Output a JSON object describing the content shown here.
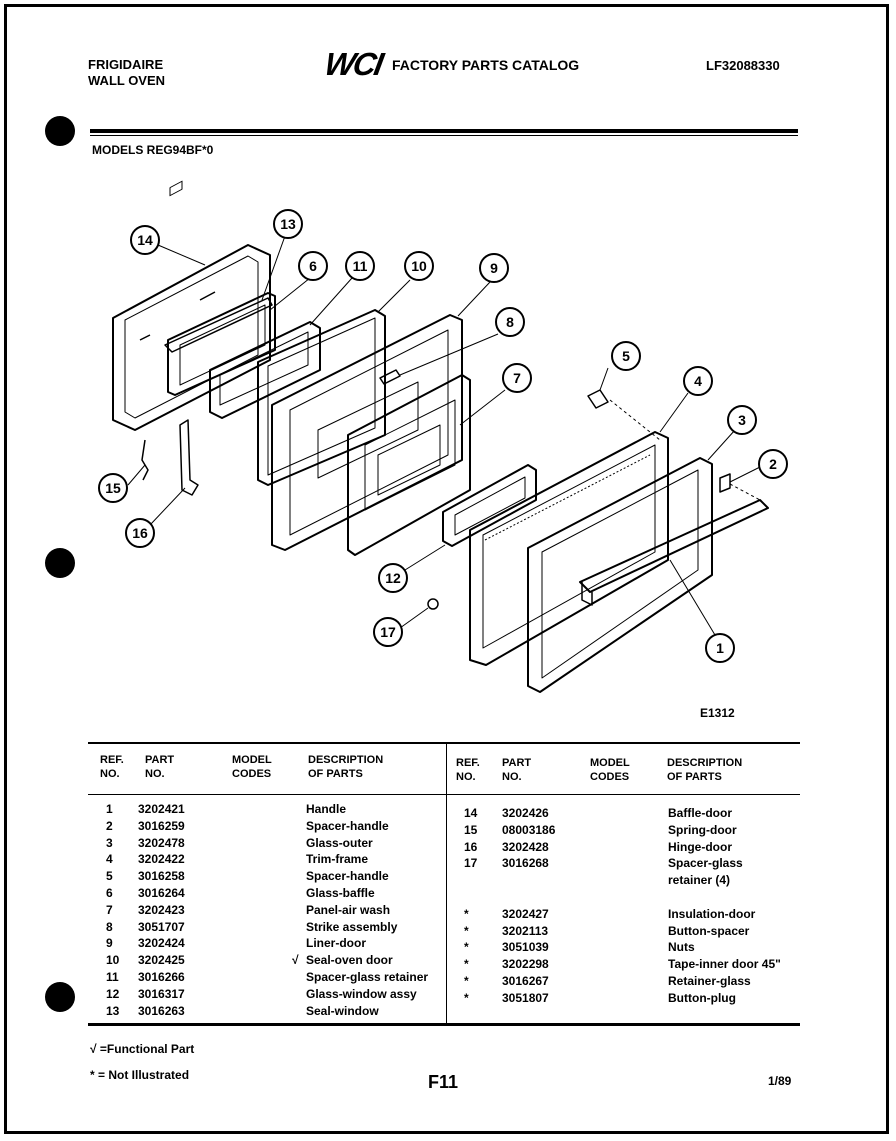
{
  "header": {
    "brand": "FRIGIDAIRE",
    "product": "WALL OVEN",
    "logo": "WCI",
    "catalog_title": "FACTORY PARTS CATALOG",
    "catalog_number": "LF32088330",
    "models": "MODELS REG94BF*0"
  },
  "figure": {
    "code": "E1312",
    "callouts": [
      "1",
      "2",
      "3",
      "4",
      "5",
      "6",
      "7",
      "8",
      "9",
      "10",
      "11",
      "12",
      "13",
      "14",
      "15",
      "16",
      "17"
    ]
  },
  "table": {
    "headers": {
      "ref_no": [
        "REF.",
        "NO."
      ],
      "part_no": [
        "PART",
        "NO."
      ],
      "model_codes": [
        "MODEL",
        "CODES"
      ],
      "description": [
        "DESCRIPTION",
        "OF PARTS"
      ]
    },
    "left_rows": [
      {
        "ref": "1",
        "part": "3202421",
        "mark": "",
        "desc": "Handle"
      },
      {
        "ref": "2",
        "part": "3016259",
        "mark": "",
        "desc": "Spacer-handle"
      },
      {
        "ref": "3",
        "part": "3202478",
        "mark": "",
        "desc": "Glass-outer"
      },
      {
        "ref": "4",
        "part": "3202422",
        "mark": "",
        "desc": "Trim-frame"
      },
      {
        "ref": "5",
        "part": "3016258",
        "mark": "",
        "desc": "Spacer-handle"
      },
      {
        "ref": "6",
        "part": "3016264",
        "mark": "",
        "desc": "Glass-baffle"
      },
      {
        "ref": "7",
        "part": "3202423",
        "mark": "",
        "desc": "Panel-air wash"
      },
      {
        "ref": "8",
        "part": "3051707",
        "mark": "",
        "desc": "Strike  assembly"
      },
      {
        "ref": "9",
        "part": "3202424",
        "mark": "",
        "desc": "Liner-door"
      },
      {
        "ref": "10",
        "part": "3202425",
        "mark": "√",
        "desc": "Seal-oven door"
      },
      {
        "ref": "11",
        "part": "3016266",
        "mark": "",
        "desc": "Spacer-glass retainer"
      },
      {
        "ref": "12",
        "part": "3016317",
        "mark": "",
        "desc": "Glass-window assy"
      },
      {
        "ref": "13",
        "part": "3016263",
        "mark": "",
        "desc": "Seal-window"
      }
    ],
    "right_rows": [
      {
        "ref": "14",
        "part": "3202426",
        "desc": "Baffle-door"
      },
      {
        "ref": "15",
        "part": "08003186",
        "desc": "Spring-door"
      },
      {
        "ref": "16",
        "part": "3202428",
        "desc": "Hinge-door"
      },
      {
        "ref": "17",
        "part": "3016268",
        "desc": "Spacer-glass"
      },
      {
        "ref": "",
        "part": "",
        "desc": "retainer (4)"
      },
      {
        "ref": "",
        "part": "",
        "desc": ""
      },
      {
        "ref": "*",
        "part": "3202427",
        "desc": "Insulation-door"
      },
      {
        "ref": "*",
        "part": "3202113",
        "desc": "Button-spacer"
      },
      {
        "ref": "*",
        "part": "3051039",
        "desc": "Nuts"
      },
      {
        "ref": "*",
        "part": "3202298",
        "desc": "Tape-inner door 45\""
      },
      {
        "ref": "*",
        "part": "3016267",
        "desc": "Retainer-glass"
      },
      {
        "ref": "*",
        "part": "3051807",
        "desc": "Button-plug"
      }
    ]
  },
  "footer": {
    "functional_note": "√ =Functional Part",
    "not_illustrated_note": "* = Not Illustrated",
    "page_code": "F11",
    "date": "1/89"
  }
}
